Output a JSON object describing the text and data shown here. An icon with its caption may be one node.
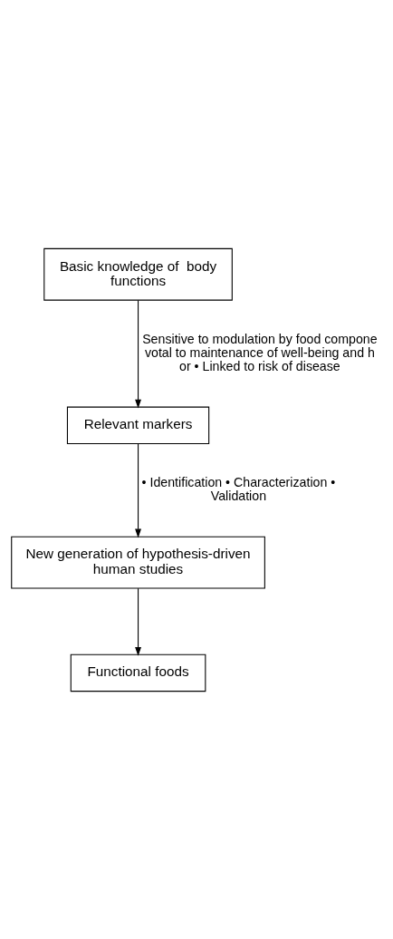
{
  "diagram": {
    "nodes": [
      {
        "text": [
          "Basic knowledge of  body functions"
        ]
      },
      {
        "text": [
          "Relevant markers"
        ]
      },
      {
        "text": [
          "New generation of hypothesis-driven human studies"
        ]
      },
      {
        "text": [
          "Functional foods"
        ]
      }
    ],
    "edges": [
      {
        "from": 0,
        "to": 1,
        "arrow": "to",
        "label": "Sensitive to modulation by food compone votal to maintenance of well-being and h or • Linked to risk of disease"
      },
      {
        "from": 1,
        "to": 2,
        "arrow": "to",
        "label": "• Identification • Characterization • Validation"
      },
      {
        "from": 2,
        "to": 3,
        "arrow": "to"
      }
    ]
  }
}
